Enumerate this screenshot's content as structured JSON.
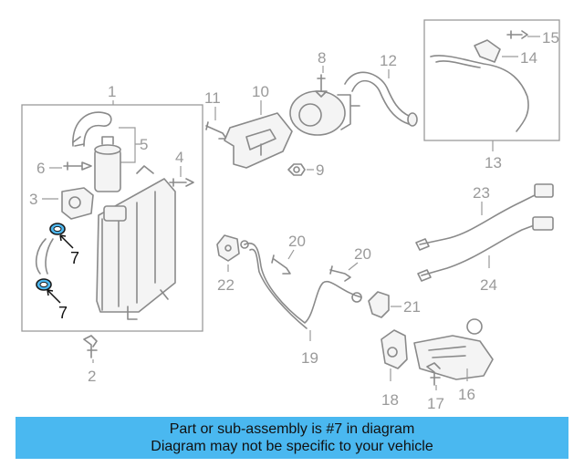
{
  "diagram": {
    "callouts": {
      "c1": "1",
      "c2": "2",
      "c3": "3",
      "c4": "4",
      "c5": "5",
      "c6": "6",
      "c7a": "7",
      "c7b": "7",
      "c8": "8",
      "c9": "9",
      "c10": "10",
      "c11": "11",
      "c12": "12",
      "c13": "13",
      "c14": "14",
      "c15": "15",
      "c16": "16",
      "c17": "17",
      "c18": "18",
      "c19": "19",
      "c20a": "20",
      "c20b": "20",
      "c21": "21",
      "c22": "22",
      "c23": "23",
      "c24": "24"
    },
    "highlight_color": "#4db8f0"
  },
  "banner": {
    "line1": "Part or sub-assembly is #7 in diagram",
    "line2": "Diagram may not be specific to your vehicle",
    "background": "#4ab8f0"
  }
}
